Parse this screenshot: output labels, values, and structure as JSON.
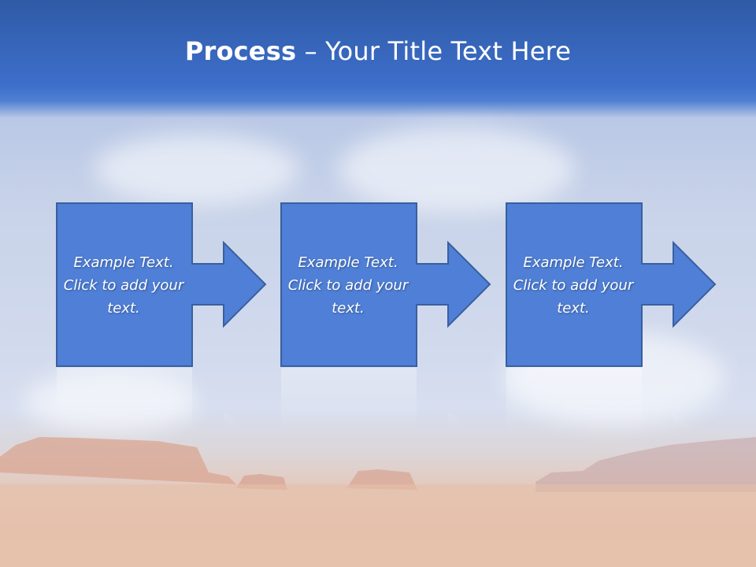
{
  "title": {
    "bold": "Process",
    "rest": " – Your Title Text Here"
  },
  "steps": [
    {
      "text": "Example Text. Click  to add your text."
    },
    {
      "text": "Example Text. Click  to add your text."
    },
    {
      "text": "Example Text. Click  to add your text."
    }
  ],
  "colors": {
    "box_fill": "#4f7fd6",
    "box_stroke": "#3a5f9e",
    "title_text": "#ffffff",
    "sky_top": "#2f5aa6"
  }
}
